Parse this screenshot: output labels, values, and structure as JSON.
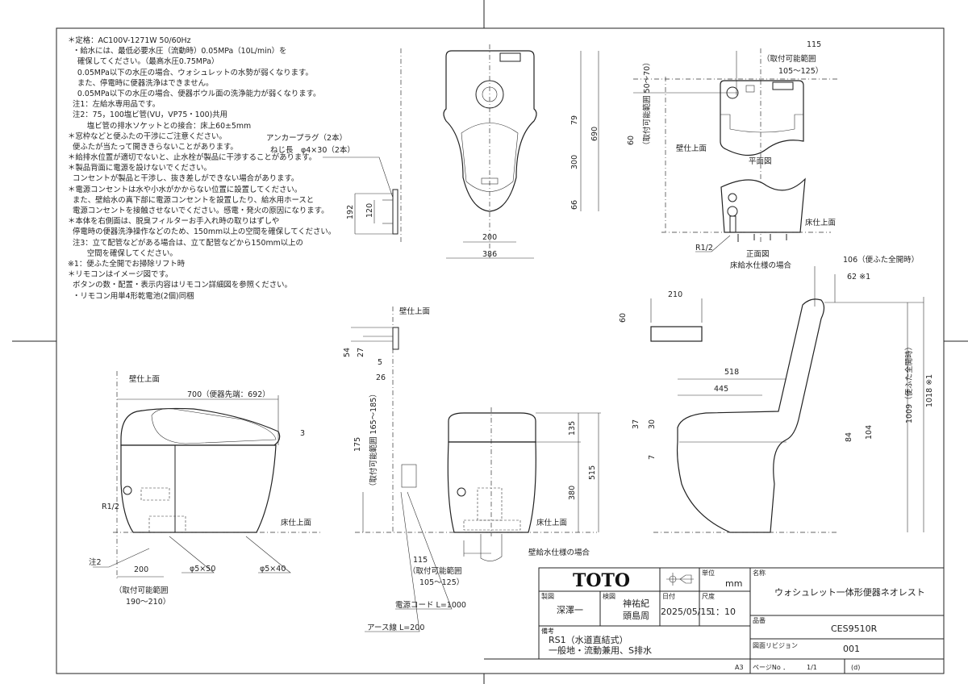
{
  "notes": [
    "＊定格：AC100V-1271W 50/60Hz",
    "  ・給水には、最低必要水圧（流動時）0.05MPa（10L/min）を",
    "    確保してください。（最高水圧0.75MPa）",
    "    0.05MPa以下の水圧の場合、ウォシュレットの水勢が弱くなります。",
    "    また、停電時に便器洗浄はできません。",
    "    0.05MPa以下の水圧の場合、便器ボウル面の洗浄能力が弱くなります。",
    "  注1：左給水専用品です。",
    "  注2：75，100塩ビ管(VU，VP75・100)共用",
    "        塩ビ管の排水ソケットとの接合：床上60±5mm",
    "＊窓枠などと便ふたの干渉にご注意ください。",
    "  便ふたが当たって開ききらないことがあります。",
    "＊給排水位置が適切でないと、止水栓が製品に干渉することがあります。",
    "＊製品背面に電源を設けないでください。",
    "  コンセントが製品と干渉し、抜き差しができない場合があります。",
    "＊電源コンセントは水や小水がかからない位置に設置してください。",
    "  また、壁給水の真下部に電源コンセントを設置したり、給水用ホースと",
    "  電源コンセントを接触させないでください。感電・発火の原因になります。",
    "＊本体を右側面は、脱臭フィルターお手入れ時の取りはずしや",
    "  停電時の便器洗浄操作などのため、150mm以上の空間を確保してください。",
    "  注3：立て配管などがある場合は、立て配管などから150mm以上の",
    "        空間を確保してください。",
    "※1：便ふた全開でお掃除リフト時",
    "＊リモコンはイメージ図です。",
    "  ボタンの数・配置・表示内容はリモコン詳細図を参照ください。",
    "  ・リモコン用単4形乾電池(2個)同梱"
  ],
  "top_view": {
    "anchor_line1": "アンカープラグ（2本）",
    "anchor_line2": "ねじ長　φ4×30（2本）",
    "dim_192": "192",
    "dim_120": "120",
    "dim_690": "690",
    "dim_79": "79",
    "dim_300": "300",
    "dim_66": "66",
    "dim_200": "200",
    "dim_386": "386"
  },
  "plan_view": {
    "dim_115": "115",
    "range_1": "（取付可能範囲",
    "range_2": "105～125）",
    "dim_60": "60",
    "range_v": "（取付可能範囲 50～70）",
    "wall": "壁仕上面",
    "title": "平面図",
    "floor": "床仕上面",
    "r12": "R1/2",
    "front_title": "正面図",
    "front_sub": "床給水仕様の場合"
  },
  "side_right": {
    "dim_106": "106（便ふた全開時）",
    "dim_62": "62 ※1",
    "dim_210": "210",
    "dim_60": "60",
    "dim_518": "518",
    "dim_445": "445",
    "dim_37": "37",
    "dim_30": "30",
    "dim_7": "7",
    "dim_84": "84",
    "dim_104": "104",
    "dim_1009": "1009（便ふた全開時）",
    "dim_1018": "1018 ※1"
  },
  "side_left": {
    "wall": "壁仕上面",
    "dim_700": "700（便器先端：692）",
    "dim_3": "3",
    "r12": "R1/2",
    "floor": "床仕上面",
    "note2": "注2",
    "dim_200": "200",
    "phi50": "φ5×50",
    "phi40": "φ5×40",
    "range_1": "（取付可能範囲",
    "range_2": "190～210）"
  },
  "front": {
    "wall": "壁仕上面",
    "dim_54": "54",
    "dim_27": "27",
    "dim_5": "5",
    "dim_26": "26",
    "dim_175": "175",
    "range_v": "（取付可能範囲 165～185）",
    "dim_135": "135",
    "dim_515": "515",
    "dim_380": "380",
    "floor": "床仕上面",
    "sub": "壁給水仕様の場合",
    "dim_115": "115",
    "range_1": "（取付可能範囲",
    "range_2": "105～125）",
    "cord": "電源コード  L=1000",
    "earth": "アース線  L=200"
  },
  "title_block": {
    "logo": "TOTO",
    "unit_label": "単位",
    "unit": "mm",
    "name_label": "名称",
    "name": "ウォシュレット一体形便器ネオレスト",
    "drawn_label": "製図",
    "drawn": "深澤一",
    "checked_label": "検図",
    "checked_1": "神祐紀",
    "checked_2": "頭島周",
    "date_label": "日付",
    "date": "2025/05/15",
    "scale_label": "尺度",
    "scale": "1：10",
    "part_label": "品番",
    "part": "CES9510R",
    "remarks_label": "備考",
    "remarks_1": "RS1（水道直結式）",
    "remarks_2": "一般地・流動兼用、S排水",
    "rev_label": "図面リビジョン",
    "rev": "001",
    "paper": "A3",
    "page_label": "ページNo ．",
    "page": "1/1",
    "page_extra": "(d)"
  }
}
